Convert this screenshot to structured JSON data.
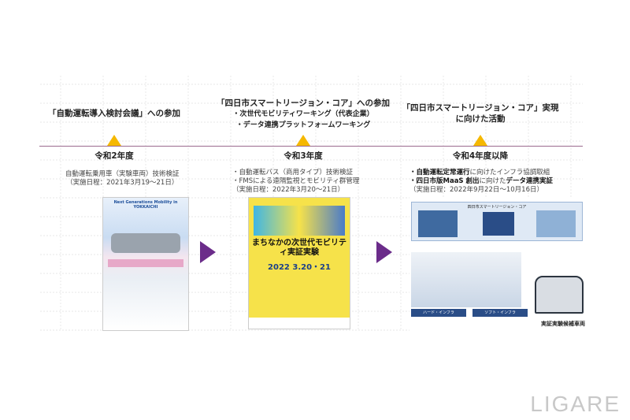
{
  "columns": [
    {
      "heading": "「自動運転導入検討会議」への参加",
      "year": "令和2年度",
      "bullets": [
        "自動運転乗用車（実験車両）技術検証",
        "（実施日程：2021年3月19〜21日）"
      ],
      "image_label": "Next Generations Mobility in YOKKAICHI"
    },
    {
      "heading": "「四日市スマートリージョン・コア」への参加",
      "heading_sub": [
        "・次世代モビリティワーキング（代表企業）",
        "・データ連携プラットフォームワーキング"
      ],
      "year": "令和3年度",
      "bullets": [
        "・自動運転バス（商用タイプ）技術検証",
        "・FMSによる遠隔監視とモビリティ群管理",
        "（実施日程：2022年3月20〜21日）"
      ],
      "image_label": "まちなかの次世代モビリティ実証実験",
      "image_date": "2022 3.20・21"
    },
    {
      "heading": "「四日市スマートリージョン・コア」実現",
      "heading2": "に向けた活動",
      "year": "令和4年度以降",
      "bullets_bold": [
        "・自動運転定常運行",
        "・四日市版MaaS 創出"
      ],
      "bullets_rest": [
        "に向けたインフラ協調取組",
        "に向けた",
        "データ連携実証"
      ],
      "bullet3": "（実施日程：2022年9月22日〜10月16日）",
      "image_caption": "実証実験候補車両",
      "image_tags": [
        "ハード・インフラ",
        "ソフト・インフラ"
      ],
      "image_title": "四日市スマートリージョン・コア"
    }
  ],
  "logo": "LIGARE"
}
